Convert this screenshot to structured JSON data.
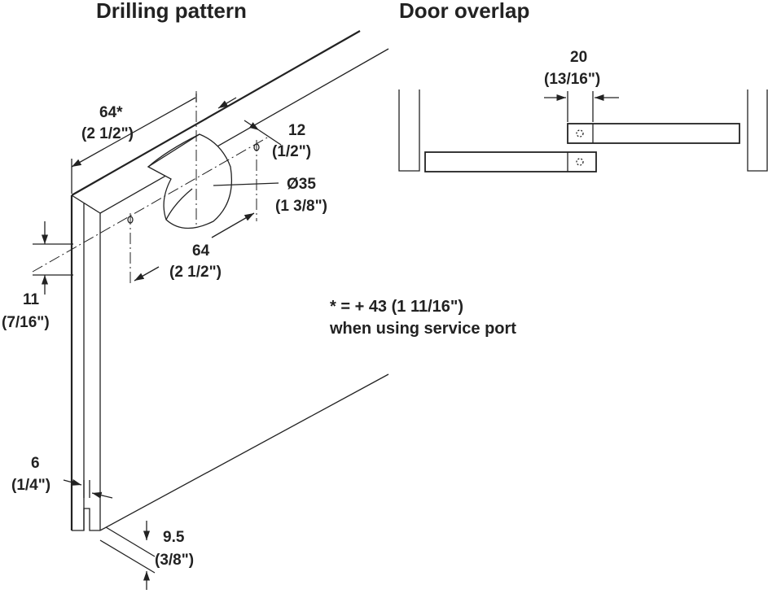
{
  "titles": {
    "drilling": "Drilling pattern",
    "overlap": "Door overlap"
  },
  "dims": {
    "d64_top": "64*",
    "d64_top_in": "(2 1/2\")",
    "d12": "12",
    "d12_in": "(1/2\")",
    "d35": "Ø35",
    "d35_in": "(1 3/8\")",
    "d64": "64",
    "d64_in": "(2 1/2\")",
    "d11": "11",
    "d11_in": "(7/16\")",
    "d6": "6",
    "d6_in": "(1/4\")",
    "d95": "9.5",
    "d95_in": "(3/8\")",
    "d20": "20",
    "d20_in": "(13/16\")"
  },
  "note": {
    "line1": "* = + 43 (1 11/16\")",
    "line2": "when using service port"
  }
}
